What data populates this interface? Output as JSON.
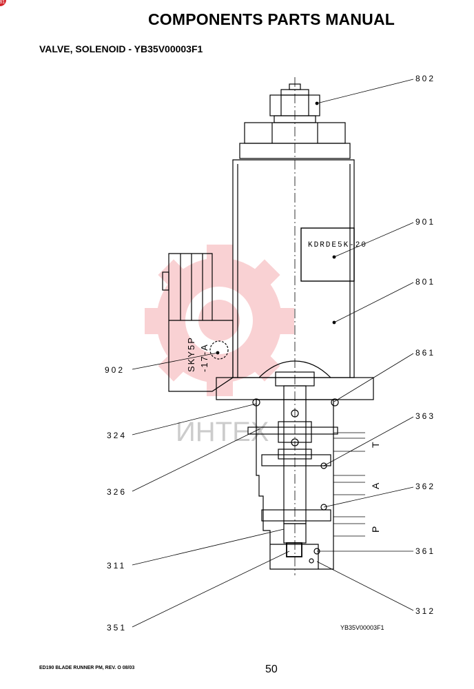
{
  "header": {
    "title": "COMPONENTS PARTS MANUAL",
    "subtitle": "VALVE, SOLENOID - YB35V00003F1"
  },
  "diagram": {
    "nameplate_text": "KDRDE5K-20",
    "connector_label_1": "SKY5P",
    "connector_label_2": "-17-A",
    "port_labels": [
      "T",
      "A",
      "P"
    ],
    "watermark_text": "ИНТЕХ",
    "watermark_color": "#e8343a",
    "callouts": [
      {
        "id": "802"
      },
      {
        "id": "901"
      },
      {
        "id": "801"
      },
      {
        "id": "861"
      },
      {
        "id": "363"
      },
      {
        "id": "362"
      },
      {
        "id": "361"
      },
      {
        "id": "312"
      },
      {
        "id": "902"
      },
      {
        "id": "324"
      },
      {
        "id": "326"
      },
      {
        "id": "311"
      },
      {
        "id": "351"
      }
    ],
    "figure_id": "YB35V00003F1"
  },
  "footer": {
    "manual_ref": "ED190 BLADE RUNNER PM,  REV. O  08/03",
    "page_number": "50"
  }
}
